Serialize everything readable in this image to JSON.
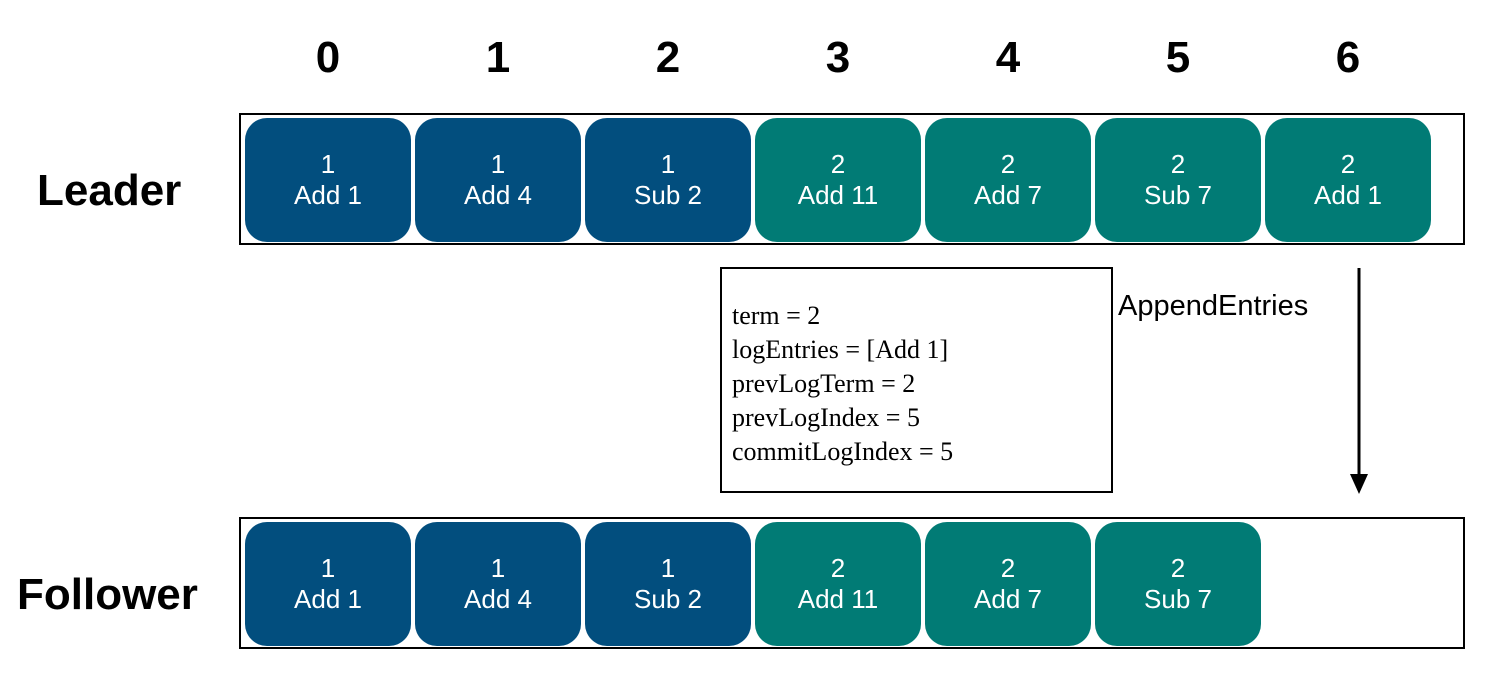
{
  "indices": [
    "0",
    "1",
    "2",
    "3",
    "4",
    "5",
    "6"
  ],
  "colors": {
    "term1": "#024e7e",
    "term2": "#017b75"
  },
  "leader": {
    "label": "Leader",
    "entries": [
      {
        "term": "1",
        "cmd": "Add 1"
      },
      {
        "term": "1",
        "cmd": "Add 4"
      },
      {
        "term": "1",
        "cmd": "Sub 2"
      },
      {
        "term": "2",
        "cmd": "Add 11"
      },
      {
        "term": "2",
        "cmd": "Add 7"
      },
      {
        "term": "2",
        "cmd": "Sub 7"
      },
      {
        "term": "2",
        "cmd": "Add 1"
      }
    ]
  },
  "follower": {
    "label": "Follower",
    "entries": [
      {
        "term": "1",
        "cmd": "Add 1"
      },
      {
        "term": "1",
        "cmd": "Add 4"
      },
      {
        "term": "1",
        "cmd": "Sub 2"
      },
      {
        "term": "2",
        "cmd": "Add 11"
      },
      {
        "term": "2",
        "cmd": "Add 7"
      },
      {
        "term": "2",
        "cmd": "Sub 7"
      }
    ]
  },
  "message": {
    "lines": [
      "term = 2",
      "logEntries = [Add 1]",
      "prevLogTerm = 2",
      "prevLogIndex = 5",
      "commitLogIndex = 5"
    ]
  },
  "rpc_label": "AppendEntries"
}
